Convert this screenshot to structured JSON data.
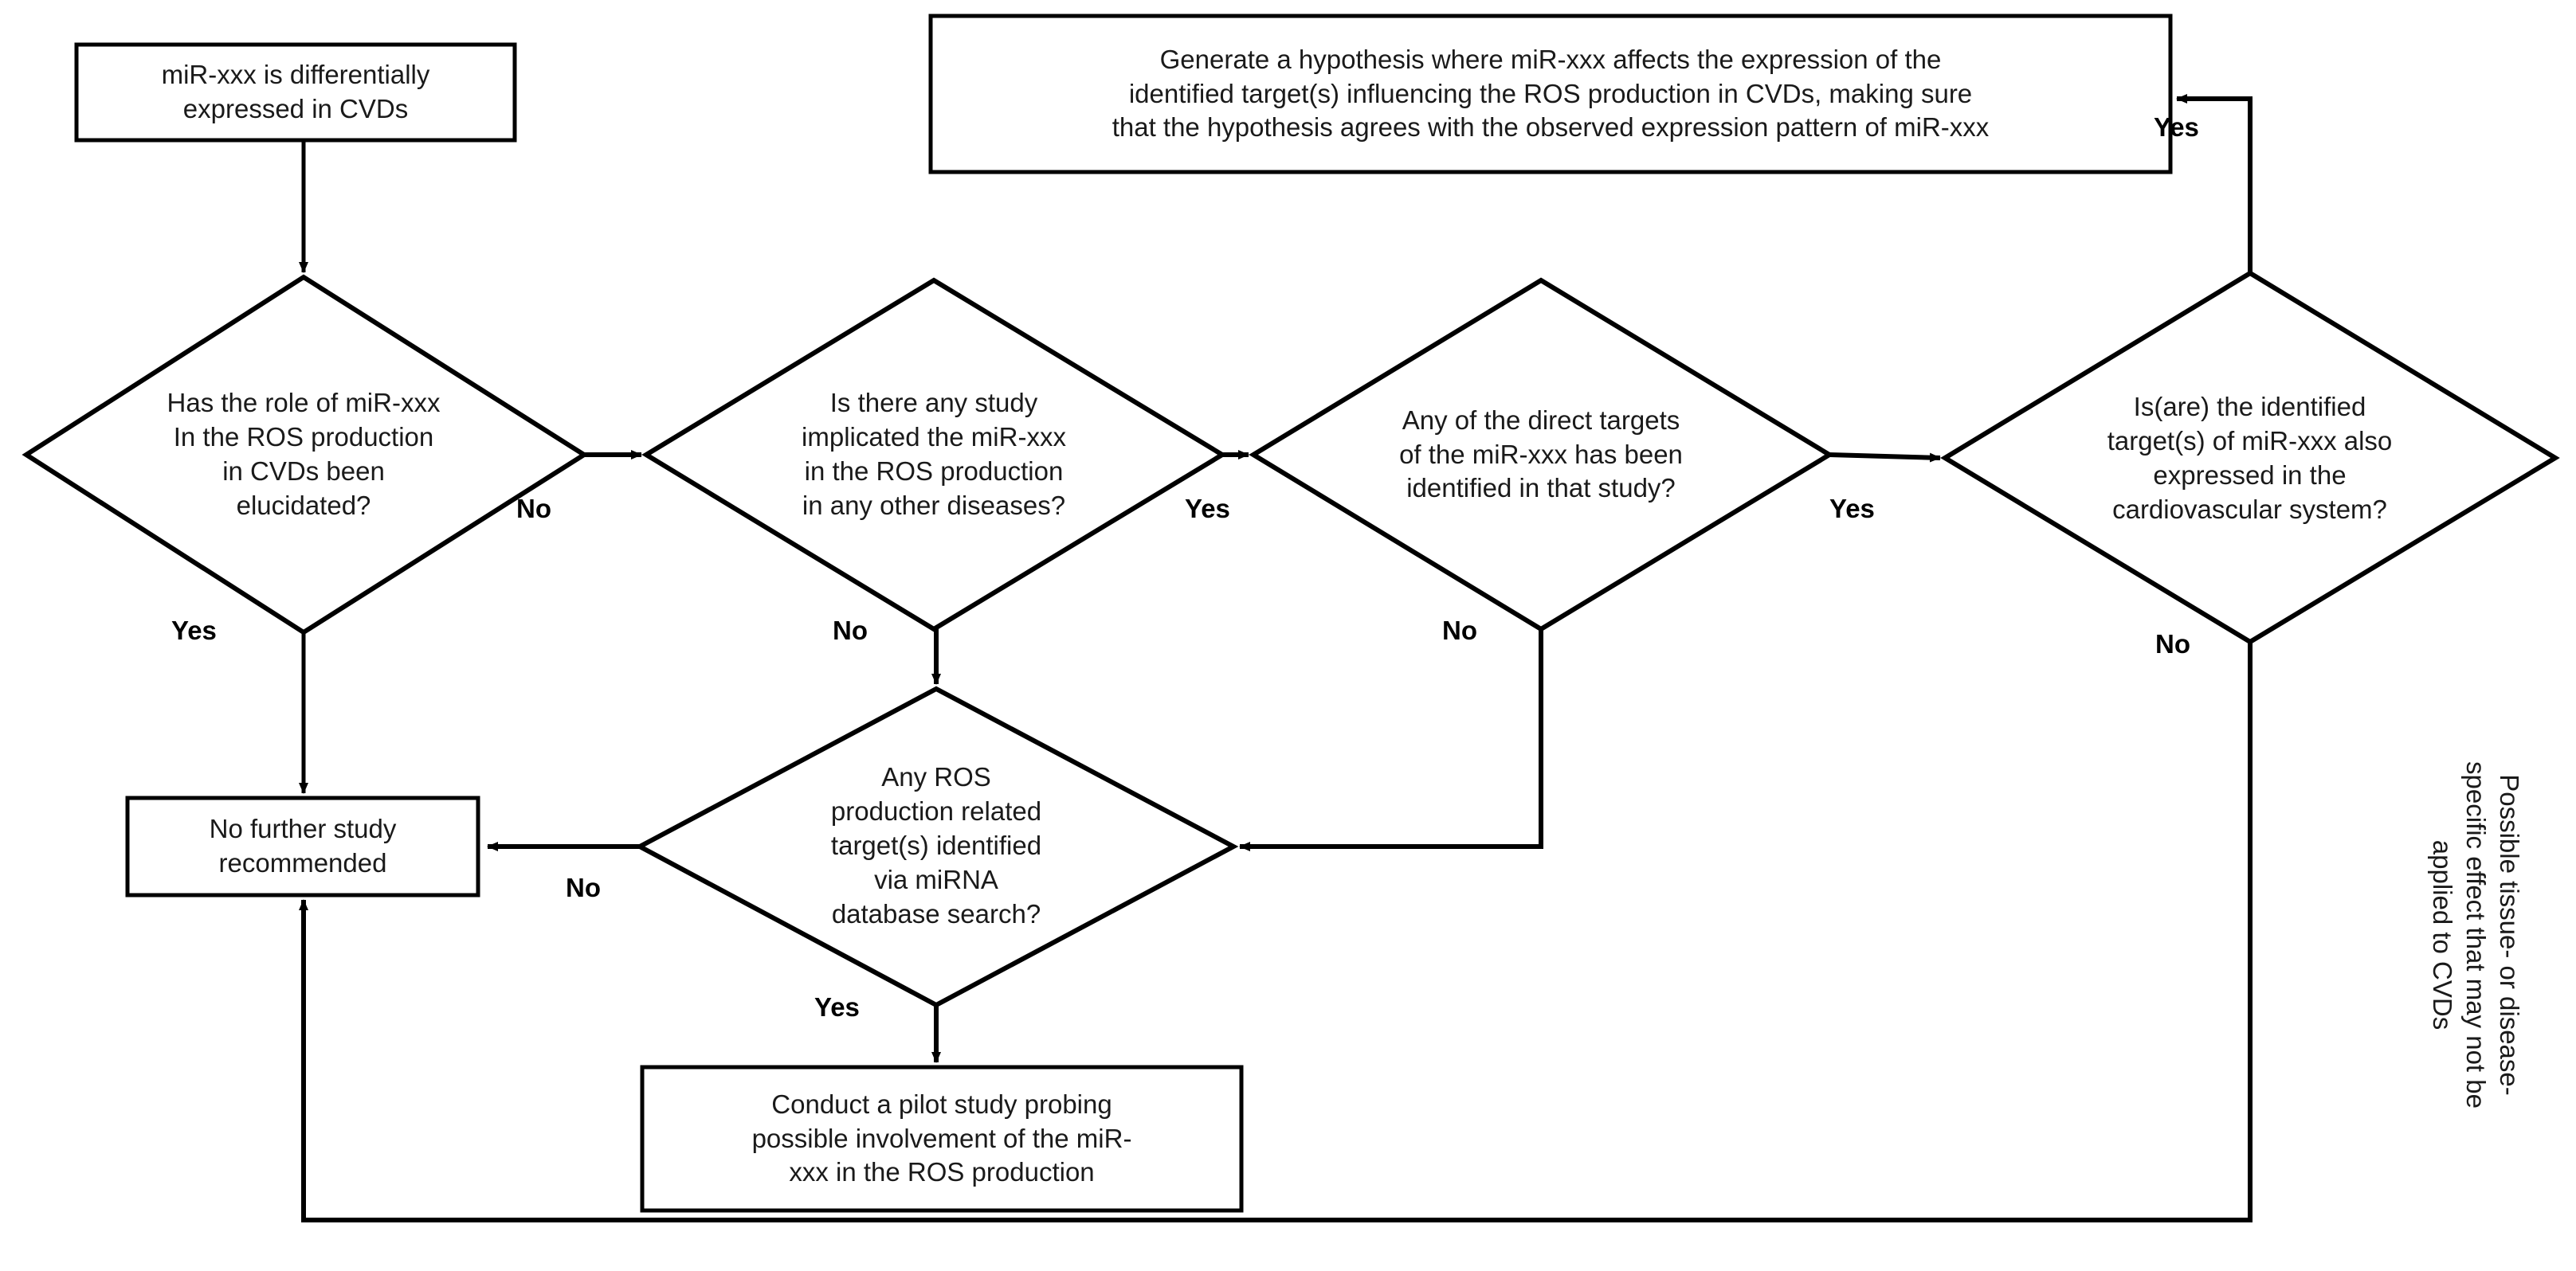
{
  "diagram": {
    "title": "miR-xxx ROS production in CVDs decision flowchart",
    "colors": {
      "stroke": "#000000",
      "fill": "#ffffff",
      "text": "#1a1a1a"
    },
    "nodes": {
      "start_box": {
        "shape": "process",
        "text": "miR-xxx is differentially\nexpressed in CVDs"
      },
      "hypothesis_box": {
        "shape": "process",
        "text": "Generate a hypothesis where miR-xxx affects the expression of the\nidentified target(s) influencing the ROS production in CVDs, making sure\nthat the hypothesis agrees with the observed expression pattern of miR-xxx"
      },
      "decision_role": {
        "shape": "decision",
        "text": "Has the role of miR-xxx\nIn the ROS production\nin CVDs been\nelucidated?"
      },
      "decision_study": {
        "shape": "decision",
        "text": "Is there any study\nimplicated the miR-xxx\nin the ROS production\nin any other diseases?"
      },
      "decision_targets": {
        "shape": "decision",
        "text": "Any of the direct targets\nof the miR-xxx has been\nidentified in that study?"
      },
      "decision_cardio": {
        "shape": "decision",
        "text": "Is(are) the identified\ntarget(s) of miR-xxx also\nexpressed in the\ncardiovascular system?"
      },
      "decision_database": {
        "shape": "decision",
        "text": "Any ROS\nproduction related\ntarget(s) identified\nvia miRNA\ndatabase search?"
      },
      "no_further_box": {
        "shape": "process",
        "text": "No further study\nrecommended"
      },
      "pilot_box": {
        "shape": "process",
        "text": "Conduct a pilot study probing\npossible involvement of the miR-\nxxx in the ROS production"
      }
    },
    "edge_labels": {
      "role_no": "No",
      "role_yes": "Yes",
      "study_yes": "Yes",
      "study_no": "No",
      "targets_yes": "Yes",
      "targets_no": "No",
      "cardio_yes": "Yes",
      "cardio_no": "No",
      "database_no": "No",
      "database_yes": "Yes"
    },
    "annotations": {
      "tissue_note": "Possible tissue- or disease-\nspecific effect that may not be\napplied to CVDs"
    }
  }
}
